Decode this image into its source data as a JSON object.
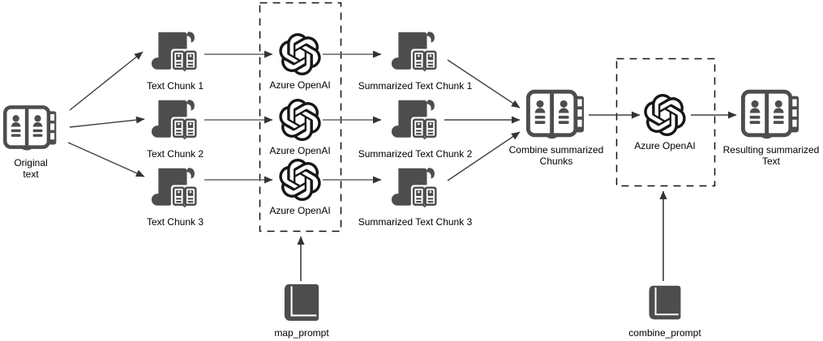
{
  "diagram_type": "flowchart",
  "colors": {
    "background": "#ffffff",
    "icon_gray": "#4d4d4d",
    "openai_logo": "#161616",
    "arrow_dark": "#404040",
    "line_gray": "#676767",
    "dashed_border": "#111111",
    "label_text": "#000000"
  },
  "nodes": {
    "original_text": {
      "label": "Original text",
      "icon": "open-book-contacts-icon"
    },
    "text_chunk_1": {
      "label": "Text Chunk 1",
      "icon": "scroll-with-book-icon"
    },
    "text_chunk_2": {
      "label": "Text Chunk 2",
      "icon": "scroll-with-book-icon"
    },
    "text_chunk_3": {
      "label": "Text Chunk 3",
      "icon": "scroll-with-book-icon"
    },
    "azure_openai_map_1": {
      "label": "Azure OpenAI",
      "icon": "openai-logo-icon"
    },
    "azure_openai_map_2": {
      "label": "Azure OpenAI",
      "icon": "openai-logo-icon"
    },
    "azure_openai_map_3": {
      "label": "Azure OpenAI",
      "icon": "openai-logo-icon"
    },
    "summarized_text_chunk_1": {
      "label": "Summarized Text Chunk 1",
      "icon": "scroll-with-book-icon"
    },
    "summarized_text_chunk_2": {
      "label": "Summarized Text Chunk 2",
      "icon": "scroll-with-book-icon"
    },
    "summarized_text_chunk_3": {
      "label": "Summarized Text Chunk 3",
      "icon": "scroll-with-book-icon"
    },
    "combine_summarized_chunks": {
      "label": "Combine summarized Chunks",
      "icon": "open-book-contacts-icon"
    },
    "azure_openai_combine": {
      "label": "Azure OpenAI",
      "icon": "openai-logo-icon"
    },
    "resulting_summarized_text": {
      "label": "Resulting summarized Text",
      "icon": "open-book-contacts-icon"
    },
    "map_prompt": {
      "label": "map_prompt",
      "icon": "closed-book-icon"
    },
    "combine_prompt": {
      "label": "combine_prompt",
      "icon": "closed-book-icon"
    }
  },
  "groups": [
    {
      "name": "map-stage-dashed-box",
      "contains": [
        "azure_openai_map_1",
        "azure_openai_map_2",
        "azure_openai_map_3"
      ]
    },
    {
      "name": "combine-stage-dashed-box",
      "contains": [
        "azure_openai_combine"
      ]
    }
  ],
  "edges": [
    {
      "from": "original_text",
      "to": "text_chunk_1"
    },
    {
      "from": "original_text",
      "to": "text_chunk_2"
    },
    {
      "from": "original_text",
      "to": "text_chunk_3"
    },
    {
      "from": "text_chunk_1",
      "to": "azure_openai_map_1"
    },
    {
      "from": "text_chunk_2",
      "to": "azure_openai_map_2"
    },
    {
      "from": "text_chunk_3",
      "to": "azure_openai_map_3"
    },
    {
      "from": "azure_openai_map_1",
      "to": "summarized_text_chunk_1"
    },
    {
      "from": "azure_openai_map_2",
      "to": "summarized_text_chunk_2"
    },
    {
      "from": "azure_openai_map_3",
      "to": "summarized_text_chunk_3"
    },
    {
      "from": "summarized_text_chunk_1",
      "to": "combine_summarized_chunks"
    },
    {
      "from": "summarized_text_chunk_2",
      "to": "combine_summarized_chunks"
    },
    {
      "from": "summarized_text_chunk_3",
      "to": "combine_summarized_chunks"
    },
    {
      "from": "combine_summarized_chunks",
      "to": "azure_openai_combine"
    },
    {
      "from": "azure_openai_combine",
      "to": "resulting_summarized_text"
    },
    {
      "from": "map_prompt",
      "to": "map-stage-dashed-box"
    },
    {
      "from": "combine_prompt",
      "to": "combine-stage-dashed-box"
    }
  ]
}
